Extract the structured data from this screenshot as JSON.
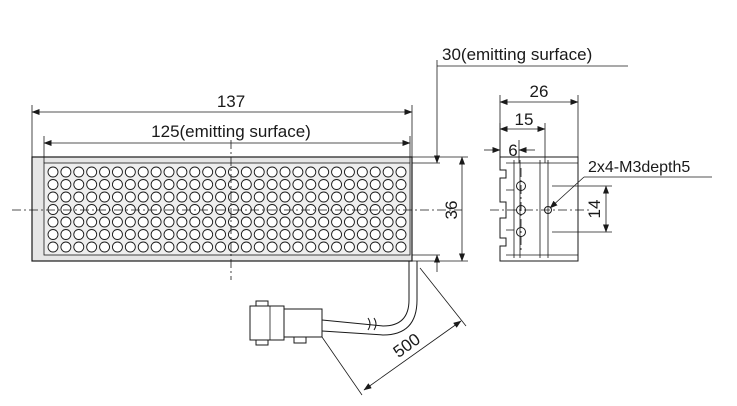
{
  "front_view": {
    "overall_length": "137",
    "emitting_length": "125(emitting surface)",
    "height": "36",
    "led_grid": {
      "columns": 28,
      "rows": 7
    },
    "cable_length": "500"
  },
  "side_view": {
    "emitting_width": "30(emitting surface)",
    "width": "26",
    "offset_15": "15",
    "offset_6": "6",
    "mount_spacing": "14",
    "hole_note": "2x4-M3depth5"
  },
  "colors": {
    "line": "#1a1a1a",
    "body_fill": "#e6e6e6",
    "background": "#ffffff"
  }
}
